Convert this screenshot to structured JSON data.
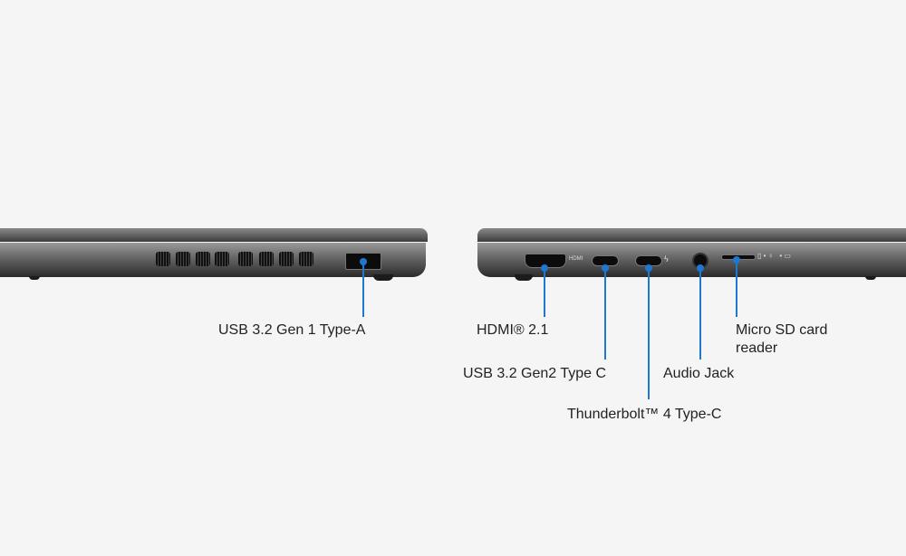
{
  "left_side": {
    "ports": [
      {
        "label": "USB 3.2 Gen 1 Type-A"
      }
    ]
  },
  "right_side": {
    "ports": [
      {
        "label": "HDMI® 2.1"
      },
      {
        "label": "USB 3.2 Gen2 Type C"
      },
      {
        "label": "Thunderbolt™ 4 Type-C"
      },
      {
        "label": "Audio Jack"
      },
      {
        "label": "Micro SD card reader"
      }
    ]
  },
  "port_markings": {
    "hdmi": "HDMI"
  },
  "colors": {
    "callout": "#1f77d0",
    "background": "#f5f5f5"
  }
}
